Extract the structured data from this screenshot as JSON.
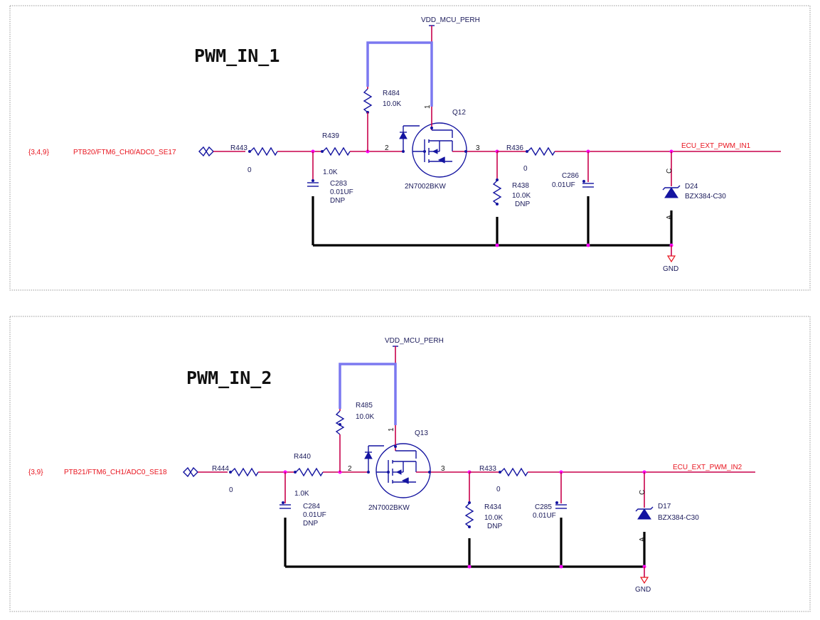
{
  "circuits": [
    {
      "title": "PWM_IN_1",
      "power": "VDD_MCU_PERH",
      "ground": "GND",
      "sheet_ref": "{3,4,9}",
      "input_net": "PTB20/FTM6_CH0/ADC0_SE17",
      "output_net": "ECU_EXT_PWM_IN1",
      "r_in": {
        "ref": "R443",
        "value": "0"
      },
      "r_series": {
        "ref": "R439",
        "value": "1.0K"
      },
      "r_pullup": {
        "ref": "R484",
        "value": "10.0K"
      },
      "c_in": {
        "ref": "C283",
        "value": "0.01UF",
        "note": "DNP"
      },
      "fet": {
        "ref": "Q12",
        "part": "2N7002BKW",
        "pin_gate": "2",
        "pin_drain": "3",
        "pin_source": "1"
      },
      "r_out": {
        "ref": "R436",
        "value": "0"
      },
      "r_pulldown": {
        "ref": "R438",
        "value": "10.0K",
        "note": "DNP"
      },
      "c_out": {
        "ref": "C286",
        "value": "0.01UF"
      },
      "diode": {
        "ref": "D24",
        "part": "BZX384-C30",
        "cathode": "C",
        "anode": "A"
      }
    },
    {
      "title": "PWM_IN_2",
      "power": "VDD_MCU_PERH",
      "ground": "GND",
      "sheet_ref": "{3,9}",
      "input_net": "PTB21/FTM6_CH1/ADC0_SE18",
      "output_net": "ECU_EXT_PWM_IN2",
      "r_in": {
        "ref": "R444",
        "value": "0"
      },
      "r_series": {
        "ref": "R440",
        "value": "1.0K"
      },
      "r_pullup": {
        "ref": "R485",
        "value": "10.0K"
      },
      "c_in": {
        "ref": "C284",
        "value": "0.01UF",
        "note": "DNP"
      },
      "fet": {
        "ref": "Q13",
        "part": "2N7002BKW",
        "pin_gate": "2",
        "pin_drain": "3",
        "pin_source": "1"
      },
      "r_out": {
        "ref": "R433",
        "value": "0"
      },
      "r_pulldown": {
        "ref": "R434",
        "value": "10.0K",
        "note": "DNP"
      },
      "c_out": {
        "ref": "C285",
        "value": "0.01UF"
      },
      "diode": {
        "ref": "D17",
        "part": "BZX384-C30",
        "cathode": "C",
        "anode": "A"
      }
    }
  ]
}
